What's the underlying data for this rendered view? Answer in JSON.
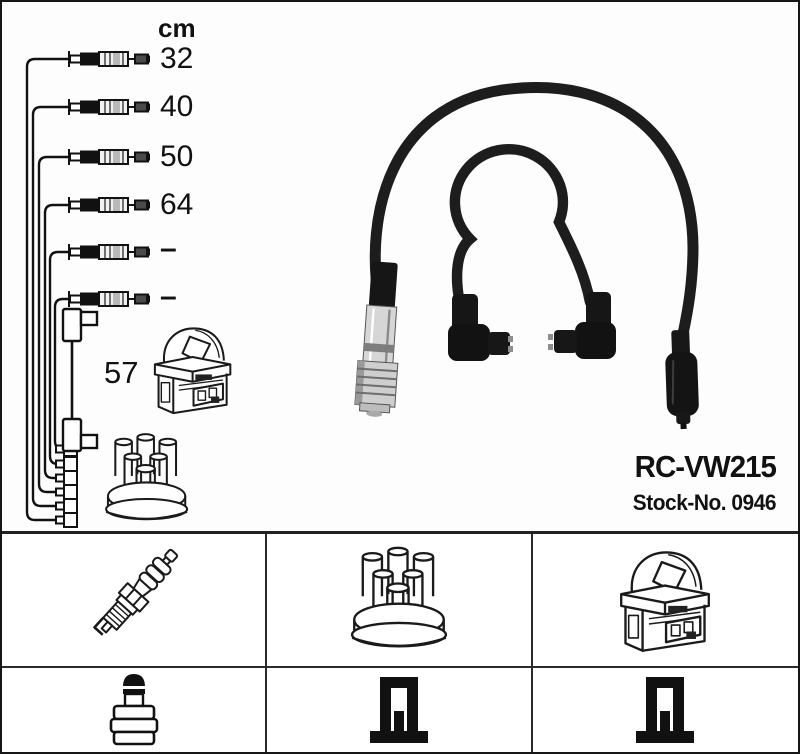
{
  "product": {
    "part_number": "RC-VW215",
    "stock_label": "Stock-No. 0946"
  },
  "length_table": {
    "unit_header": "cm",
    "wire_lengths": [
      "32",
      "40",
      "50",
      "64",
      "–",
      "–"
    ],
    "coil_wire_length": "57"
  },
  "icons": {
    "spark_plug": "spark-plug-icon",
    "distributor_cap": "distributor-cap-icon",
    "ignition_coil": "ignition-coil-icon",
    "spark_plug_connector": "plug-boot-icon",
    "distributor_connection": "din-terminal-icon",
    "coil_connection": "din-terminal-icon"
  },
  "colors": {
    "line_art": "#1a1a1a",
    "cable": "#1d1d1d",
    "text": "#111111",
    "background": "#fdfdfd",
    "grid_line": "#2a2a2a"
  }
}
